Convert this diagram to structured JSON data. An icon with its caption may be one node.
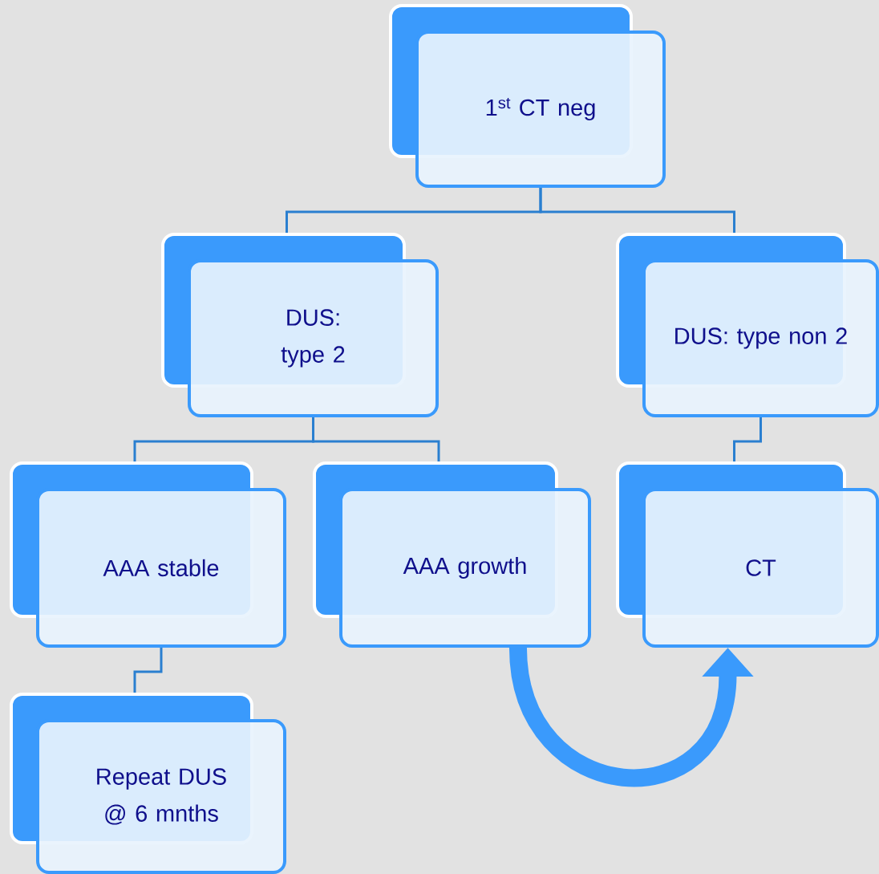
{
  "diagram": {
    "nodes": [
      {
        "text": [
          "1$^{st}$ CT neg"
        ]
      },
      {
        "text": [
          "DUS: type 2"
        ]
      },
      {
        "text": [
          "DUS: type non 2"
        ]
      },
      {
        "text": [
          "AAA stable"
        ]
      },
      {
        "text": [
          "AAA growth"
        ]
      },
      {
        "text": [
          "CT"
        ]
      },
      {
        "text": [
          "Repeat DUS @ 6 mnths"
        ]
      }
    ],
    "edges": [
      {
        "from": 0,
        "to": 1,
        "arrow": "none"
      },
      {
        "from": 0,
        "to": 2,
        "arrow": "none"
      },
      {
        "from": 1,
        "to": 3,
        "arrow": "none"
      },
      {
        "from": 1,
        "to": 4,
        "arrow": "none"
      },
      {
        "from": 2,
        "to": 5,
        "arrow": "none"
      },
      {
        "from": 3,
        "to": 6,
        "arrow": "none"
      },
      {
        "from": 4,
        "to": 5,
        "arrow": "to",
        "style": "thick"
      }
    ]
  }
}
